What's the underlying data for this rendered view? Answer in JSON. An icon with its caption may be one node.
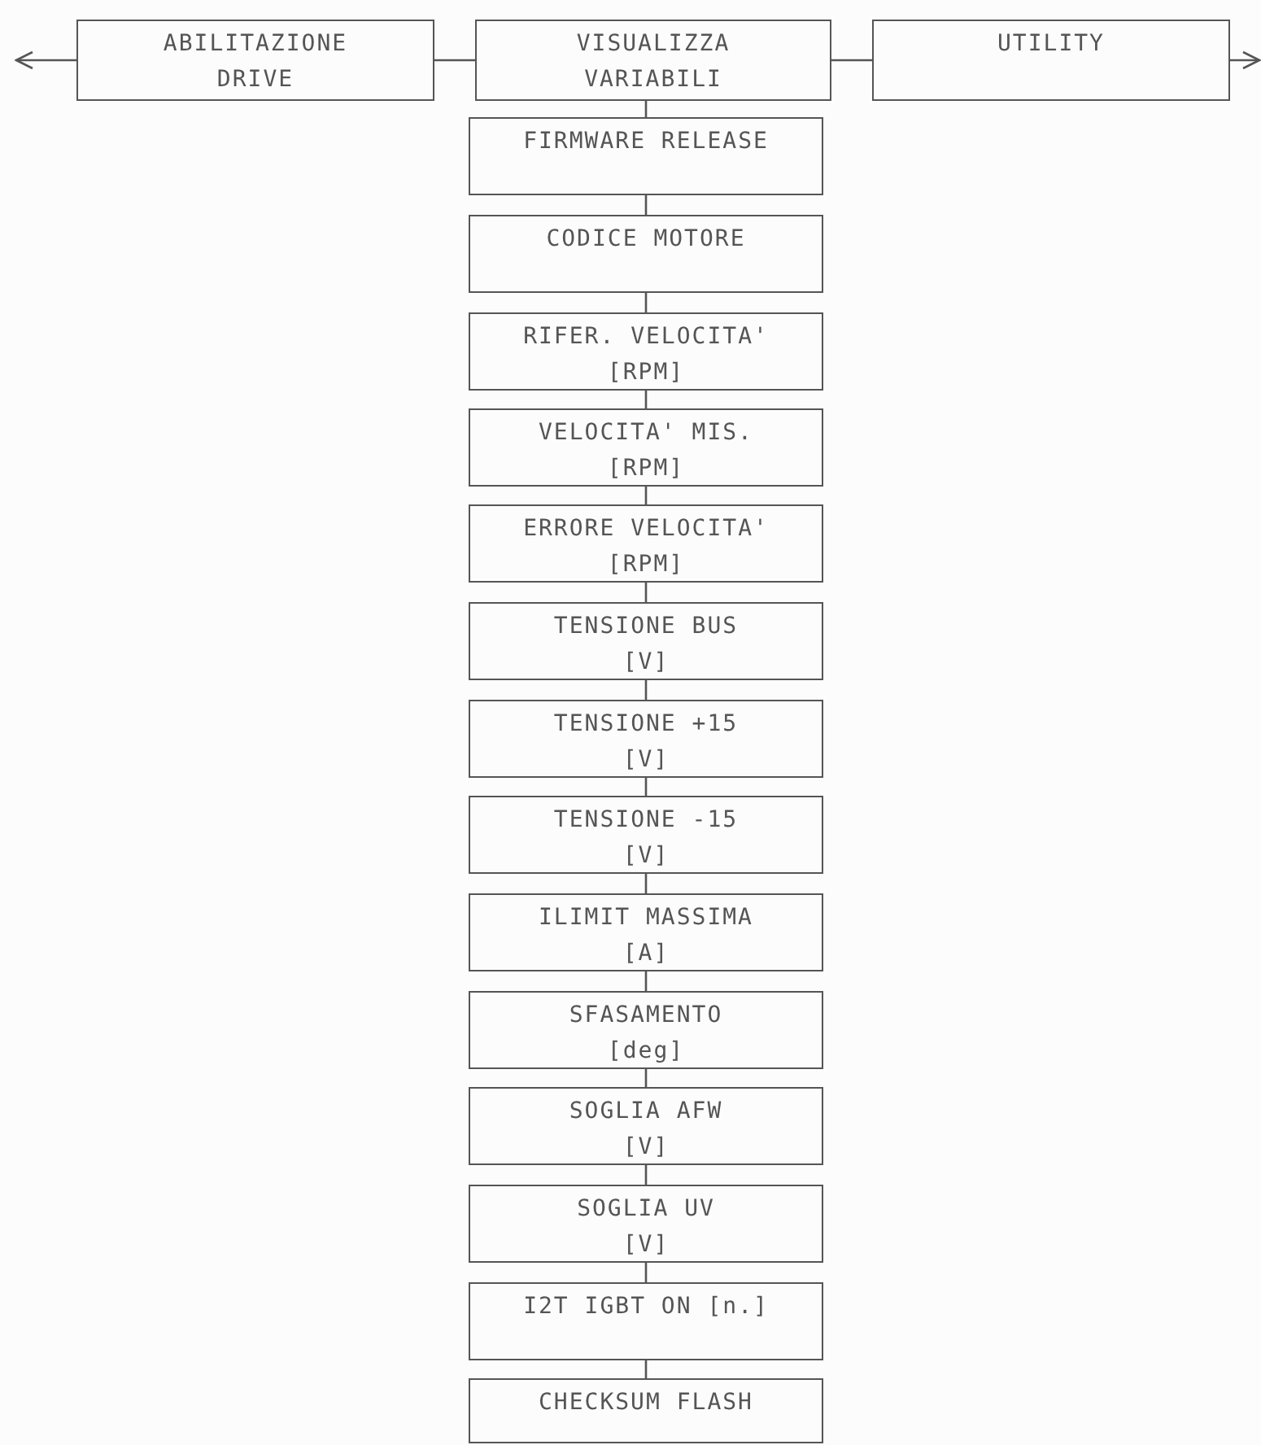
{
  "diagram": {
    "nodes": [
      {
        "text": [
          "ABILITAZIONE DRIVE"
        ]
      },
      {
        "text": [
          "VISUALIZZA VARIABILI"
        ]
      },
      {
        "text": [
          "UTILITY"
        ]
      },
      {
        "text": [
          "FIRMWARE RELEASE"
        ]
      },
      {
        "text": [
          "CODICE MOTORE"
        ]
      },
      {
        "text": [
          "RIFER. VELOCITA'",
          "[RPM]"
        ]
      },
      {
        "text": [
          "VELOCITA' MIS.",
          "[RPM]"
        ]
      },
      {
        "text": [
          "ERRORE VELOCITA'",
          "[RPM]"
        ]
      },
      {
        "text": [
          "TENSIONE BUS",
          "[V]"
        ]
      },
      {
        "text": [
          "TENSIONE +15",
          "[V]"
        ]
      },
      {
        "text": [
          "TENSIONE -15",
          "[V]"
        ]
      },
      {
        "text": [
          "ILIMIT MASSIMA",
          "[A]"
        ]
      },
      {
        "text": [
          "SFASAMENTO",
          "[deg]"
        ]
      },
      {
        "text": [
          "SOGLIA AFW",
          "[V]"
        ]
      },
      {
        "text": [
          "SOGLIA UV",
          "[V]"
        ]
      },
      {
        "text": [
          "I2T IGBT ON [n.]"
        ]
      },
      {
        "text": [
          "CHECKSUM FLASH"
        ]
      }
    ],
    "edges": [
      {
        "from": 0,
        "to": null,
        "arrow": "to"
      },
      {
        "from": 0,
        "to": 1,
        "arrow": "none"
      },
      {
        "from": 1,
        "to": 2,
        "arrow": "none"
      },
      {
        "from": 2,
        "to": null,
        "arrow": "to"
      },
      {
        "from": 1,
        "to": 3,
        "arrow": "none"
      },
      {
        "from": 3,
        "to": 4,
        "arrow": "none"
      },
      {
        "from": 4,
        "to": 5,
        "arrow": "none"
      },
      {
        "from": 5,
        "to": 6,
        "arrow": "none"
      },
      {
        "from": 6,
        "to": 7,
        "arrow": "none"
      },
      {
        "from": 7,
        "to": 8,
        "arrow": "none"
      },
      {
        "from": 8,
        "to": 9,
        "arrow": "none"
      },
      {
        "from": 9,
        "to": 10,
        "arrow": "none"
      },
      {
        "from": 10,
        "to": 11,
        "arrow": "none"
      },
      {
        "from": 11,
        "to": 12,
        "arrow": "none"
      },
      {
        "from": 12,
        "to": 13,
        "arrow": "none"
      },
      {
        "from": 13,
        "to": 14,
        "arrow": "none"
      },
      {
        "from": 14,
        "to": 15,
        "arrow": "none"
      },
      {
        "from": 15,
        "to": 16,
        "arrow": "none"
      }
    ]
  }
}
